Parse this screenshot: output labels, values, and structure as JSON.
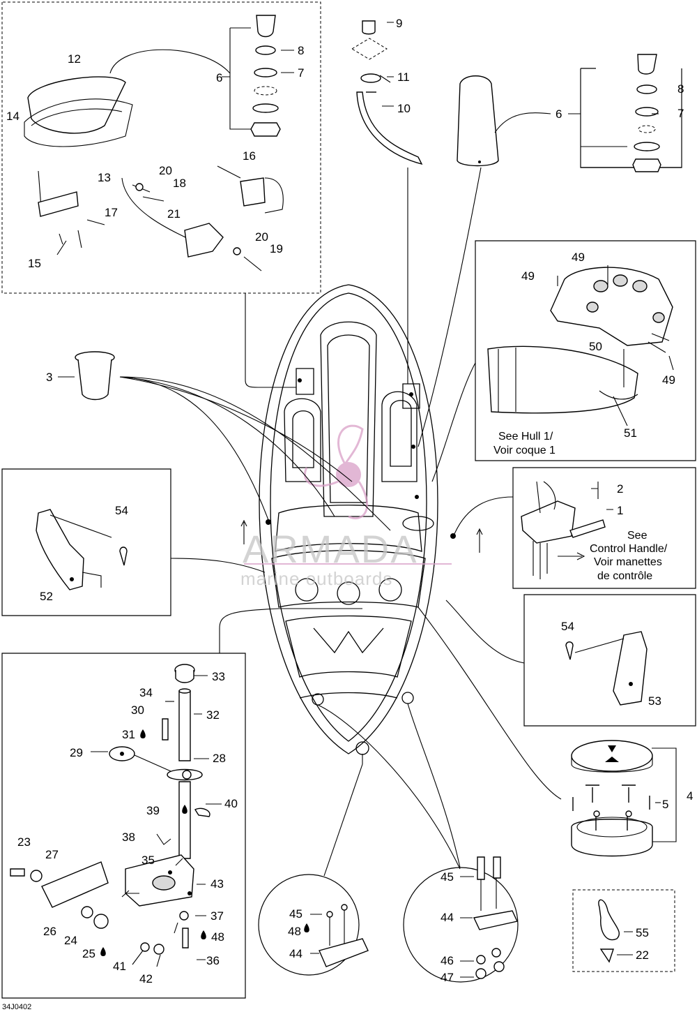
{
  "diagram_id": "34J0402",
  "watermark": {
    "brand": "ARMADA",
    "tagline": "marine outboards",
    "color": "#d9a0c7"
  },
  "callouts": {
    "c1": "1",
    "c2": "2",
    "c3": "3",
    "c4": "4",
    "c5": "5",
    "c6a": "6",
    "c6b": "6",
    "c7a": "7",
    "c7b": "7",
    "c8a": "8",
    "c8b": "8",
    "c9": "9",
    "c10": "10",
    "c11": "11",
    "c12": "12",
    "c13": "13",
    "c14": "14",
    "c15": "15",
    "c16": "16",
    "c17": "17",
    "c18": "18",
    "c19": "19",
    "c20a": "20",
    "c20b": "20",
    "c21": "21",
    "c22": "22",
    "c23": "23",
    "c24": "24",
    "c25": "25",
    "c26": "26",
    "c27": "27",
    "c28": "28",
    "c29": "29",
    "c30": "30",
    "c31": "31",
    "c32": "32",
    "c33": "33",
    "c34": "34",
    "c35": "35",
    "c36": "36",
    "c37": "37",
    "c38": "38",
    "c39": "39",
    "c40": "40",
    "c41": "41",
    "c42": "42",
    "c43": "43",
    "c44a": "44",
    "c44b": "44",
    "c45a": "45",
    "c45b": "45",
    "c46": "46",
    "c47": "47",
    "c48a": "48",
    "c48b": "48",
    "c49a": "49",
    "c49b": "49",
    "c49c": "49",
    "c50": "50",
    "c51": "51",
    "c52": "52",
    "c53": "53",
    "c54a": "54",
    "c54b": "54",
    "c55": "55"
  },
  "notes": {
    "hull_line1": "See Hull 1/",
    "hull_line2": "Voir coque 1",
    "ctrl_line1": "See",
    "ctrl_line2": "Control Handle/",
    "ctrl_line3": "Voir manettes",
    "ctrl_line4": "de contrôle"
  }
}
